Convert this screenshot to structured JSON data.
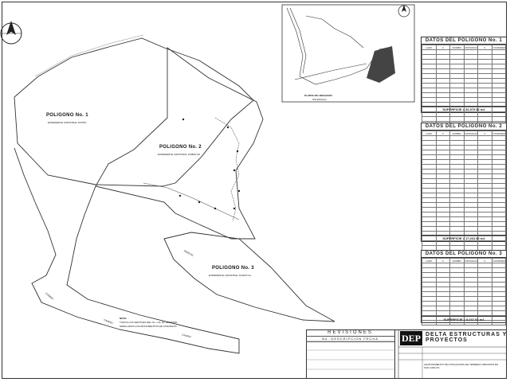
{
  "drawing": {
    "polygons": [
      {
        "name": "POLIGONO No. 1",
        "sub": "EXPEDIENTE CATASTRAL 1076/97"
      },
      {
        "name": "POLIGONO No. 2",
        "sub": "EXPEDIENTE CATASTRAL 1038/97-03"
      },
      {
        "name": "POLIGONO No. 3",
        "sub": "EXPEDIENTE CATASTRAL 1044/97-01"
      }
    ],
    "road_labels": [
      "CAMINO",
      "CAMINO",
      "CAMINO",
      "ARROYO"
    ],
    "note_title": "NOTA:",
    "note_lines": [
      "TODOS LOS VERTICES DEL No. 1 AL No. 40 ESTAN",
      "SEÑALADOS CON MONUMENTOS DE CONCRETO"
    ],
    "location_title": "PLANTA DE UBICACION",
    "location_sub": "SIN ESCALA"
  },
  "tables": [
    {
      "title": "DATOS DEL POLIGONO No. 1",
      "surface": "SUPERFICIE = 32,570.92 m2",
      "rows": 16
    },
    {
      "title": "DATOS DEL POLIGONO No. 2",
      "surface": "SUPERFICIE = 17,041.92 m2",
      "rows": 24
    },
    {
      "title": "DATOS DEL POLIGONO No. 3",
      "surface": "SUPERFICIE = 8,037.92 m2",
      "rows": 13
    }
  ],
  "table_headers": [
    "LADO",
    "V",
    "RUMBO",
    "DISTANCIA",
    "V",
    "COORDENADAS"
  ],
  "titleblock": {
    "rev_title": "REVISIONES",
    "rev_sub": "No.   DESCRIPCION   FECHA",
    "logo": "DEP",
    "firm": "DELTA ESTRUCTURAS Y PROYECTOS",
    "project": "LEVANTAMIENTO DE 3 POLIGONOS DE TERRENO UBICADOS EN SAN CARLOS"
  }
}
